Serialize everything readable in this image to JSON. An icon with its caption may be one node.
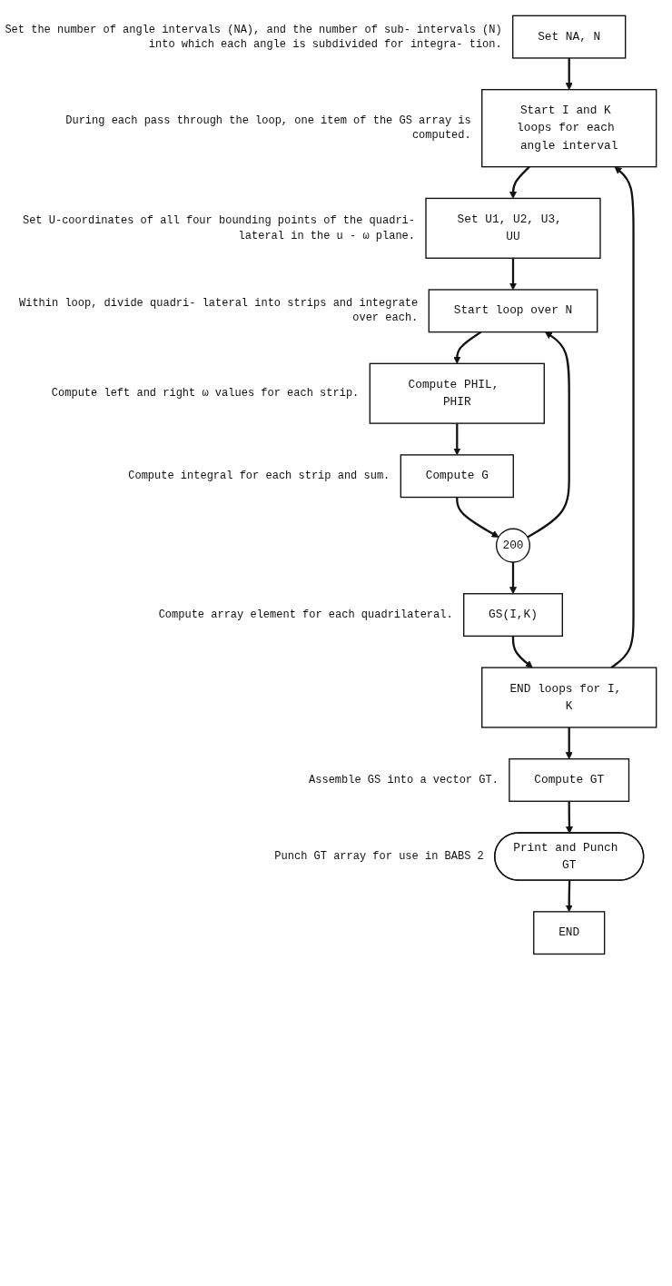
{
  "diagram": {
    "nodes": [
      {
        "text": [
          "Set NA, N"
        ],
        "beside": [
          "Set the number of angle intervals (NA), and the number of sub- intervals (N) into which each angle is subdivided for integra- tion."
        ]
      },
      {
        "text": [
          "Start I and K loops for each angle interval"
        ],
        "beside": [
          "During each pass through the loop, one item of the GS array is computed."
        ]
      },
      {
        "text": [
          "Set U1, U2, U3, UU"
        ],
        "beside": [
          "Set U-coordinates of all four bounding points of the quadri- lateral in the u - ω plane."
        ]
      },
      {
        "text": [
          "Start loop over N"
        ],
        "beside": [
          "Within loop, divide quadri- lateral into strips and integrate over each."
        ]
      },
      {
        "text": [
          "Compute PHIL, PHIR"
        ],
        "beside": [
          "Compute left and right ω values for each strip."
        ]
      },
      {
        "text": [
          "Compute G"
        ],
        "beside": [
          "Compute integral for each strip and sum."
        ]
      },
      {
        "text": [
          "200"
        ]
      },
      {
        "text": [
          "GS(I,K)"
        ],
        "beside": [
          "Compute array element for each quadrilateral."
        ]
      },
      {
        "text": [
          "END loops for I, K"
        ]
      },
      {
        "text": [
          "Compute GT"
        ],
        "beside": [
          "Assemble GS into a vector GT."
        ]
      },
      {
        "text": [
          "Print and Punch GT"
        ],
        "beside": [
          "Punch GT array for use in BABS 2"
        ]
      },
      {
        "text": [
          "END"
        ]
      }
    ],
    "edges": [
      {
        "from": 0,
        "to": 1,
        "arrow": "to"
      },
      {
        "from": 1,
        "to": 2,
        "arrow": "to"
      },
      {
        "from": 2,
        "to": 3,
        "arrow": "to"
      },
      {
        "from": 3,
        "to": 4,
        "arrow": "to"
      },
      {
        "from": 4,
        "to": 5,
        "arrow": "to"
      },
      {
        "from": 5,
        "to": 6,
        "arrow": "to"
      },
      {
        "from": 6,
        "to": 3,
        "arrow": "to"
      },
      {
        "from": 6,
        "to": 7,
        "arrow": "to"
      },
      {
        "from": 7,
        "to": 8,
        "arrow": "to"
      },
      {
        "from": 8,
        "to": 1,
        "arrow": "to"
      },
      {
        "from": 8,
        "to": 9,
        "arrow": "to"
      },
      {
        "from": 9,
        "to": 10,
        "arrow": "to"
      },
      {
        "from": 10,
        "to": 11,
        "arrow": "to"
      }
    ]
  }
}
